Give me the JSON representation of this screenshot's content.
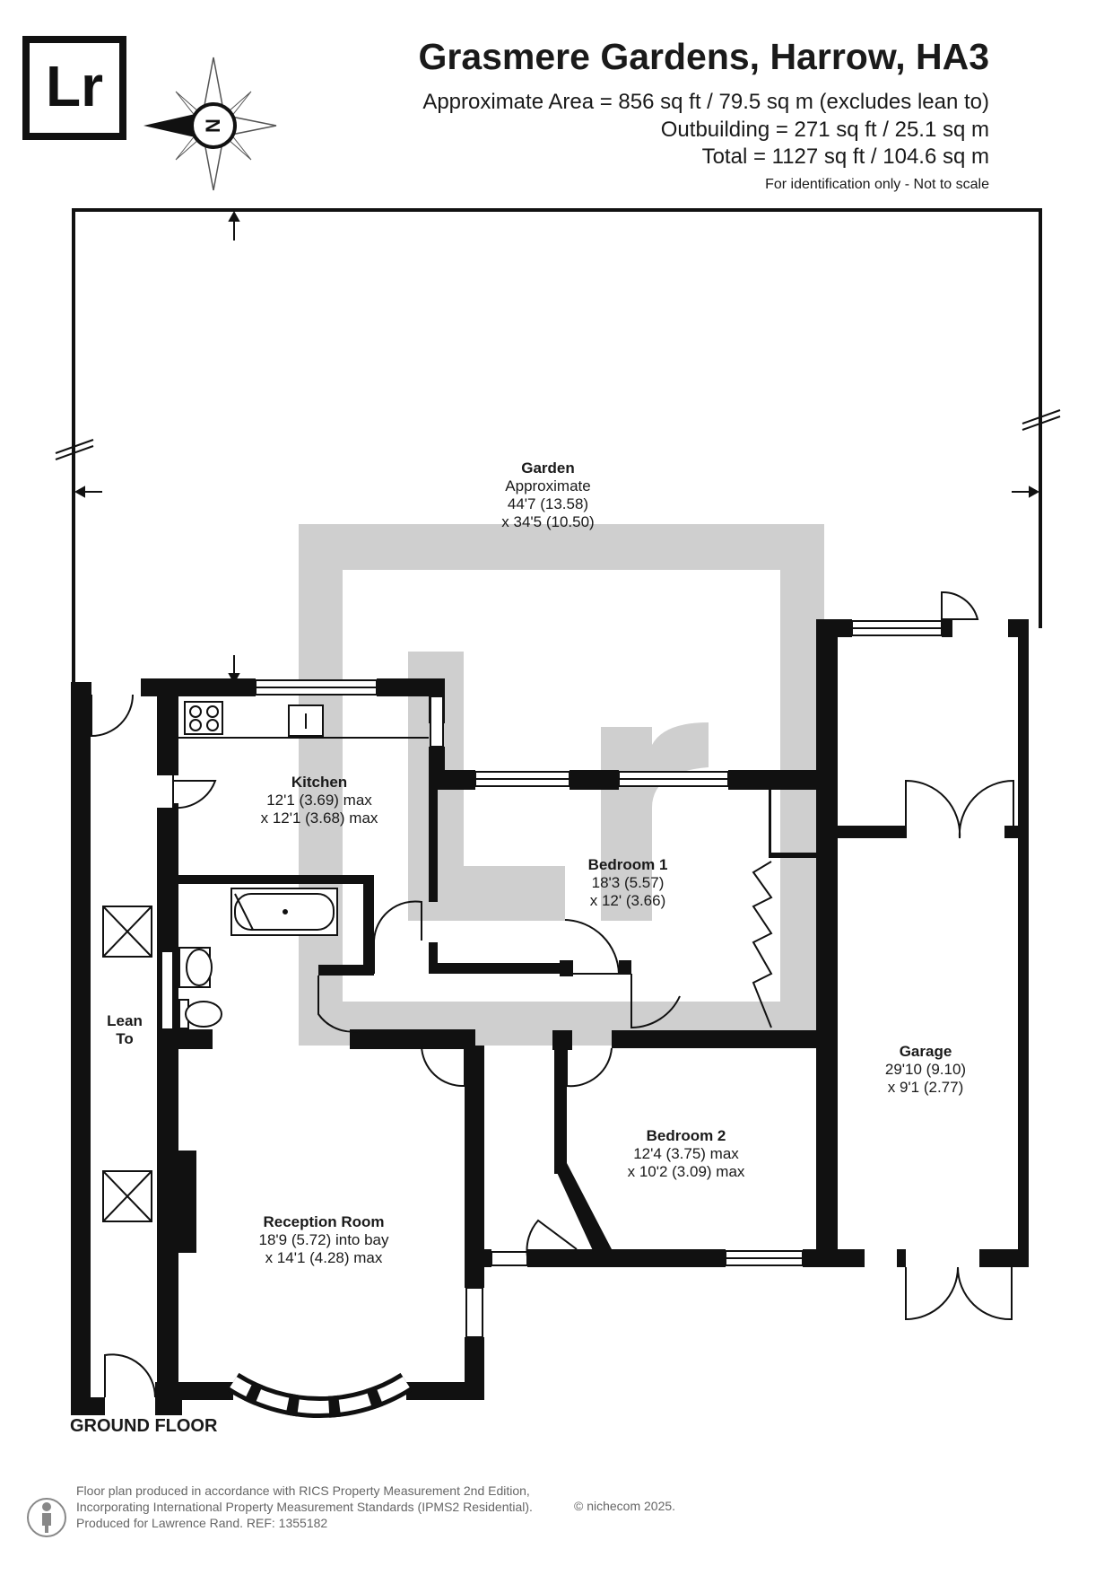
{
  "header": {
    "logo_text": "Lr",
    "compass_letter": "N",
    "title": "Grasmere Gardens, Harrow, HA3",
    "area_lines": [
      "Approximate Area = 856 sq ft / 79.5 sq m (excludes lean to)",
      "Outbuilding = 271 sq ft / 25.1 sq m",
      "Total = 1127 sq ft / 104.6 sq m"
    ],
    "note": "For identification only - Not to scale"
  },
  "rooms": {
    "garden": {
      "name": "Garden",
      "lines": [
        "Approximate",
        "44'7 (13.58)",
        "x 34'5 (10.50)"
      ]
    },
    "kitchen": {
      "name": "Kitchen",
      "lines": [
        "12'1 (3.69) max",
        "x 12'1 (3.68) max"
      ]
    },
    "bedroom1": {
      "name": "Bedroom 1",
      "lines": [
        "18'3 (5.57)",
        "x 12' (3.66)"
      ]
    },
    "lean_to": {
      "name": "Lean",
      "name2": "To"
    },
    "garage": {
      "name": "Garage",
      "lines": [
        "29'10 (9.10)",
        "x 9'1 (2.77)"
      ]
    },
    "bedroom2": {
      "name": "Bedroom 2",
      "lines": [
        "12'4 (3.75) max",
        "x 10'2 (3.09) max"
      ]
    },
    "reception": {
      "name": "Reception Room",
      "lines": [
        "18'9 (5.72) into bay",
        "x 14'1 (4.28) max"
      ]
    }
  },
  "floor_label": "GROUND FLOOR",
  "footer": {
    "lines": [
      "Floor plan produced in accordance with RICS Property Measurement 2nd Edition,",
      "Incorporating International Property Measurement Standards (IPMS2 Residential).",
      "Produced for Lawrence Rand.   REF: 1355182"
    ],
    "copyright": "© nichecom 2025."
  },
  "colors": {
    "wall": "#111111",
    "watermark": "#cfcfcf",
    "text": "#1a1a1a",
    "footer": "#666666"
  }
}
